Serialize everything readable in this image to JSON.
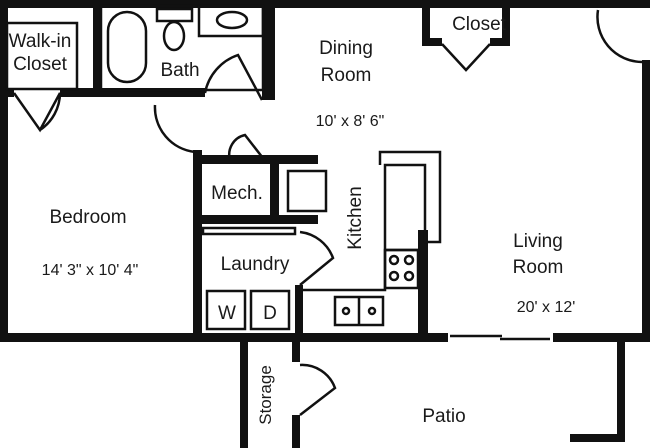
{
  "rooms": {
    "walk_in_closet": {
      "line1": "Walk-in",
      "line2": "Closet"
    },
    "bath": {
      "label": "Bath"
    },
    "dining_room": {
      "line1": "Dining",
      "line2": "Room",
      "dimensions": "10' x 8' 6\""
    },
    "closet": {
      "label": "Closet"
    },
    "bedroom": {
      "label": "Bedroom",
      "dimensions": "14' 3\" x 10' 4\""
    },
    "mech": {
      "label": "Mech."
    },
    "kitchen": {
      "label": "Kitchen"
    },
    "laundry": {
      "label": "Laundry"
    },
    "living_room": {
      "line1": "Living",
      "line2": "Room",
      "dimensions": "20' x 12'"
    },
    "storage": {
      "label": "Storage"
    },
    "patio": {
      "label": "Patio"
    }
  },
  "appliances": {
    "washer": "W",
    "dryer": "D"
  }
}
